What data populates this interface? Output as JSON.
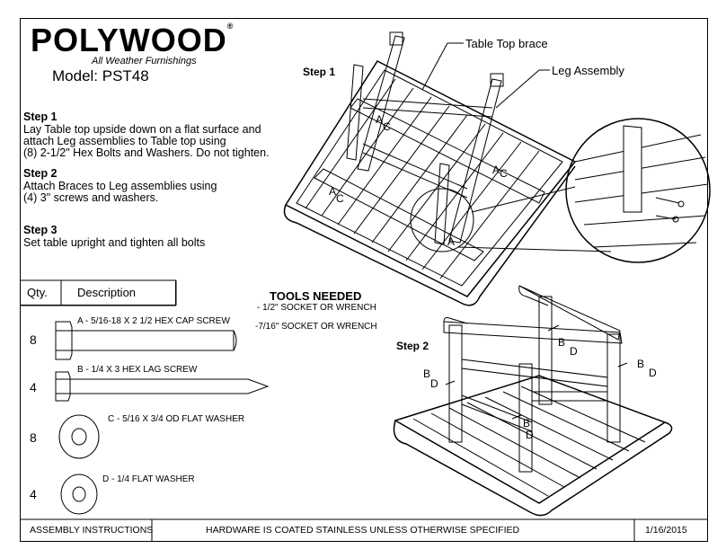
{
  "brand": {
    "name": "POLYWOOD",
    "tagline": "All Weather Furnishings",
    "model": "Model: PST48"
  },
  "instructions": [
    {
      "heading": "Step 1",
      "lines": [
        "Lay Table top upside down on a flat surface and",
        "attach Leg assemblies to Table top using",
        "(8) 2-1/2\" Hex Bolts and Washers. Do not tighten."
      ]
    },
    {
      "heading": "Step 2",
      "lines": [
        "Attach Braces to Leg assemblies using",
        "(4) 3\" screws and washers."
      ]
    },
    {
      "heading": "Step 3",
      "lines": [
        "Set table upright and tighten all bolts"
      ]
    }
  ],
  "diagram1": {
    "label": "Step 1",
    "callouts": [
      "Table Top brace",
      "Leg Assembly"
    ],
    "markers": [
      "A",
      "C",
      "A",
      "C",
      "A",
      "C",
      "A"
    ]
  },
  "diagram2": {
    "label": "Step 2",
    "markers": [
      "B",
      "D",
      "B",
      "D",
      "B",
      "D",
      "B",
      "D"
    ]
  },
  "tools": {
    "heading": "TOOLS NEEDED",
    "items": [
      "- 1/2\" SOCKET OR WRENCH",
      "-7/16\" SOCKET OR WRENCH"
    ]
  },
  "hardware_table": {
    "headers": [
      "Qty.",
      "Description"
    ],
    "rows": [
      {
        "qty": "8",
        "description": "A - 5/16-18 X 2 1/2  HEX CAP SCREW"
      },
      {
        "qty": "4",
        "description": "B - 1/4 X 3  HEX LAG SCREW"
      },
      {
        "qty": "8",
        "description": "C - 5/16 X 3/4 OD FLAT WASHER"
      },
      {
        "qty": "4",
        "description": "D - 1/4 FLAT WASHER"
      }
    ]
  },
  "footer": {
    "left": "ASSEMBLY INSTRUCTIONS",
    "center": "HARDWARE IS COATED STAINLESS UNLESS OTHERWISE SPECIFIED",
    "right": "1/16/2015"
  }
}
